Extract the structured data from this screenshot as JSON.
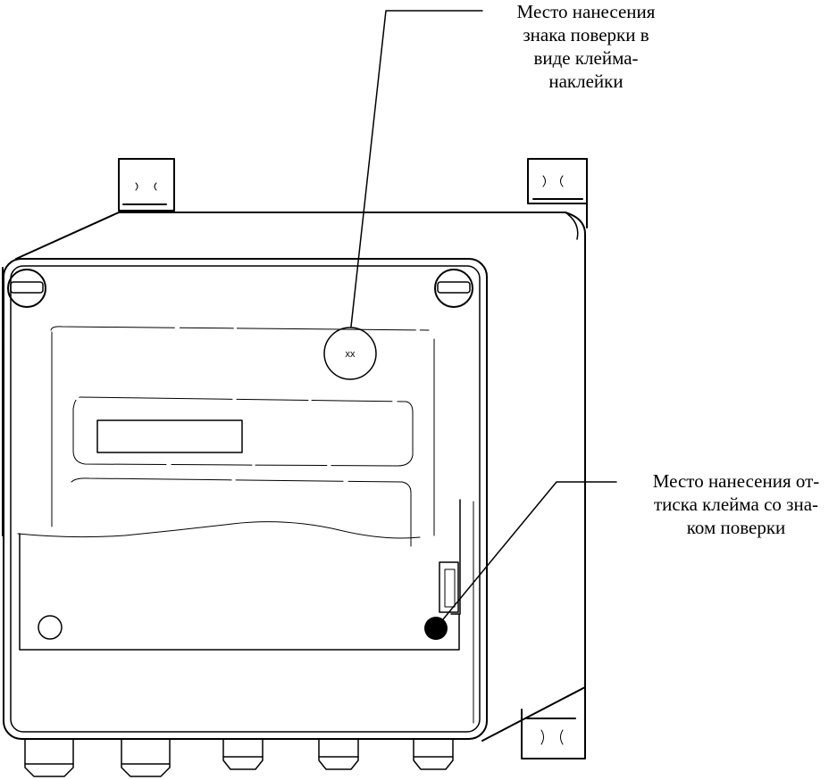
{
  "callouts": {
    "sticker": {
      "lines": [
        "Место нанесения",
        "знака поверки в",
        "виде клейма-",
        "наклейки"
      ]
    },
    "imprint": {
      "lines": [
        "Место нанесения от-",
        "тиска клейма со зна-",
        "ком поверки"
      ]
    }
  },
  "stamp_label": "xx",
  "colors": {
    "line": "#000000",
    "background": "#ffffff"
  }
}
